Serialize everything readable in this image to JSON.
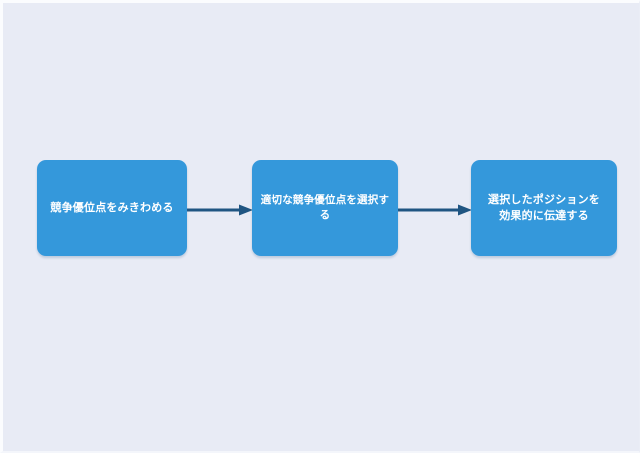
{
  "diagram": {
    "type": "linear-process-flow",
    "title": "",
    "orientation": "horizontal",
    "background_color": "#e8ebf5",
    "node_color": "#3498db",
    "node_text_color": "#ffffff",
    "connector_color": "#1f5582",
    "nodes": [
      {
        "id": "node-1",
        "order": 1,
        "label": "競争優位点をみきわめる",
        "lines": [
          "競争優位点をみきわめる"
        ]
      },
      {
        "id": "node-2",
        "order": 2,
        "label": "適切な競争優位点を選択する",
        "lines": [
          "適切な競争優位点を選択する"
        ]
      },
      {
        "id": "node-3",
        "order": 3,
        "label": "選択したポジションを\n効果的に伝達する",
        "lines": [
          "選択したポジションを",
          "効果的に伝達する"
        ]
      }
    ],
    "connectors": [
      {
        "id": "connector-1",
        "from": "node-1",
        "to": "node-2",
        "style": "solid-arrow"
      },
      {
        "id": "connector-2",
        "from": "node-2",
        "to": "node-3",
        "style": "solid-arrow"
      }
    ]
  }
}
